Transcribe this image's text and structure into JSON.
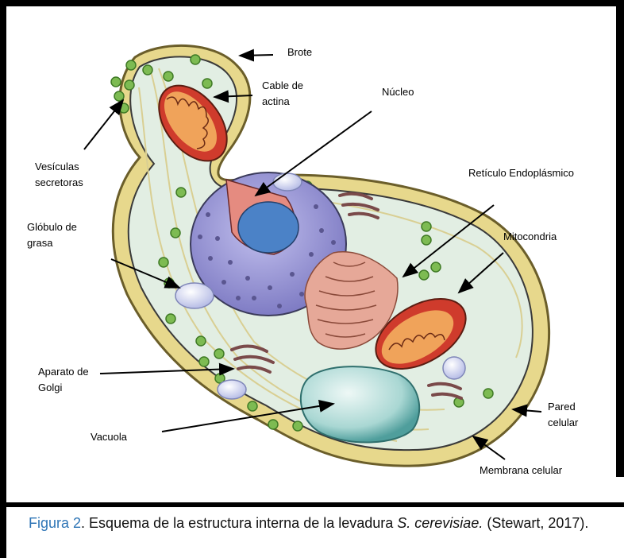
{
  "labels": {
    "brote": "Brote",
    "cable_actina": "Cable de\nactina",
    "nucleo": "Núcleo",
    "vesiculas": "Vesículas\nsecretoras",
    "reticulo": "Retículo Endoplásmico",
    "globulo": "Glóbulo de\ngrasa",
    "mitocondria": "Mitocondria",
    "aparato_golgi": "Aparato de\nGolgi",
    "pared": "Pared\ncelular",
    "vacuola": "Vacuola",
    "membrana": "Membrana celular"
  },
  "caption": {
    "figure_label": "Figura 2",
    "text_before": ".  Esquema de la estructura interna de la levadura ",
    "species": "S. cerevisiae.",
    "text_after": " (Stewart, 2017)."
  },
  "colors": {
    "cell_wall": "#e8d98f",
    "cytoplasm": "#e3efe4",
    "nucleus": "#9c9ad8",
    "mitochondria": "#c9372c",
    "golgi": "#b9867f",
    "er": "#d9988a",
    "vacuole": "#8ec9c6",
    "vesicles": "#6fb04a",
    "caption_accent": "#2e75b6"
  }
}
